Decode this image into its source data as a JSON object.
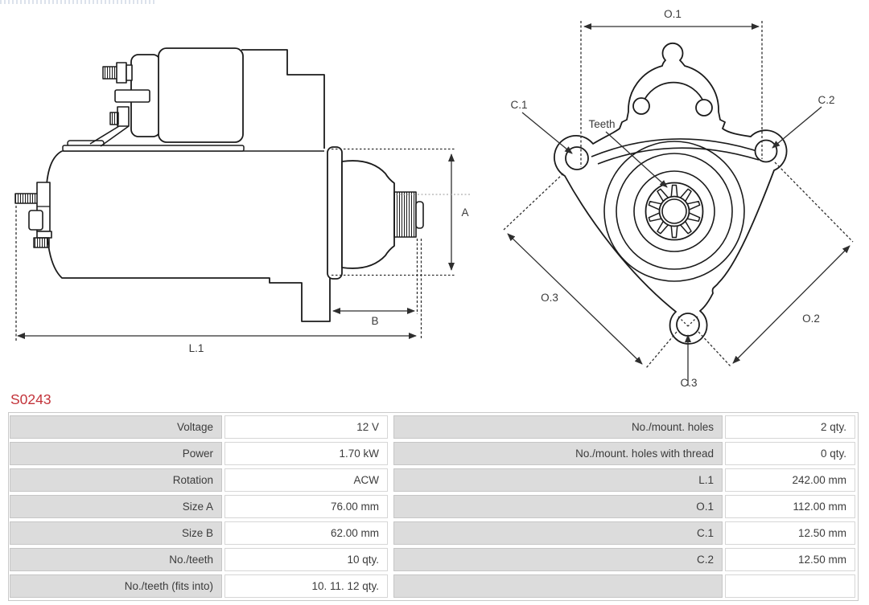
{
  "part_number": "S0243",
  "accent_color": "#c3333a",
  "diagram": {
    "side_view": {
      "a": "A",
      "b": "B",
      "l1": "L.1"
    },
    "front_view": {
      "o1": "O.1",
      "o2": "O.2",
      "o3": "O.3",
      "c1": "C.1",
      "c2": "C.2",
      "c3": "C.3",
      "teeth": "Teeth"
    }
  },
  "table": {
    "left_rows": [
      {
        "label": "Voltage",
        "value": "12 V"
      },
      {
        "label": "Power",
        "value": "1.70 kW"
      },
      {
        "label": "Rotation",
        "value": "ACW"
      },
      {
        "label": "Size A",
        "value": "76.00 mm"
      },
      {
        "label": "Size B",
        "value": "62.00 mm"
      },
      {
        "label": "No./teeth",
        "value": "10 qty."
      },
      {
        "label": "No./teeth (fits into)",
        "value": "10. 11. 12 qty."
      }
    ],
    "right_rows": [
      {
        "label": "No./mount. holes",
        "value": "2 qty."
      },
      {
        "label": "No./mount. holes with thread",
        "value": "0 qty."
      },
      {
        "label": "L.1",
        "value": "242.00 mm"
      },
      {
        "label": "O.1",
        "value": "112.00 mm"
      },
      {
        "label": "C.1",
        "value": "12.50 mm"
      },
      {
        "label": "C.2",
        "value": "12.50 mm"
      },
      {
        "label": "",
        "value": ""
      }
    ]
  }
}
